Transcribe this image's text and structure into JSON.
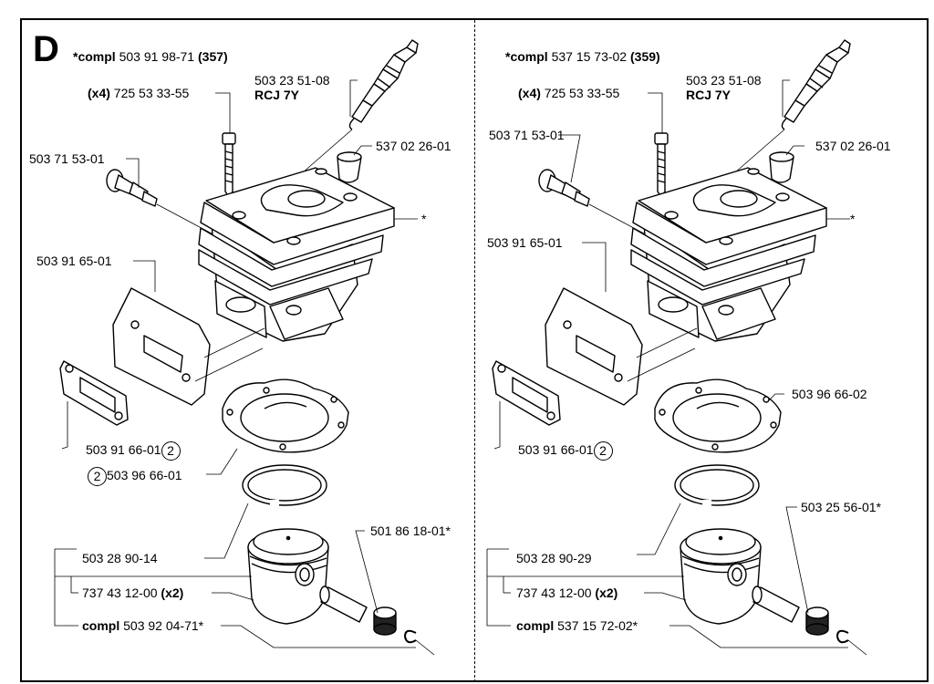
{
  "section_letter": "D",
  "left": {
    "compl_prefix": "*compl",
    "compl_number": "503 91 98-71",
    "compl_qty": "(357)",
    "screw_qty": "(x4)",
    "screw_part": "725 53 33-55",
    "spark_plug_part": "503 23 51-08",
    "spark_plug_type": "RCJ 7Y",
    "cap_part": "537 02 26-01",
    "decomp_valve": "503 71 53-01",
    "cylinder_mark": "*",
    "heat_shield": "503 91 65-01",
    "flange_gasket": "503 91 66-01",
    "flange_gasket_ref": "2",
    "base_gasket_ref": "2",
    "base_gasket": "503 96 66-01",
    "piston_ring_clip": "501 86 18-01*",
    "piston": "503 28 90-14",
    "circlip": "737 43 12-00",
    "circlip_qty": "(x2)",
    "piston_compl_prefix": "compl",
    "piston_compl_number": "503 92 04-71*"
  },
  "right": {
    "compl_prefix": "*compl",
    "compl_number": "537 15 73-02",
    "compl_qty": "(359)",
    "screw_qty": "(x4)",
    "screw_part": "725 53 33-55",
    "spark_plug_part": "503 23 51-08",
    "spark_plug_type": "RCJ 7Y",
    "cap_part": "537 02 26-01",
    "decomp_valve": "503 71 53-01",
    "cylinder_mark": "*",
    "heat_shield": "503 91 65-01",
    "base_gasket": "503 96 66-02",
    "flange_gasket": "503 91 66-01",
    "flange_gasket_ref": "2",
    "bearing": "503 25 56-01*",
    "piston": "503 28 90-29",
    "circlip": "737 43 12-00",
    "circlip_qty": "(x2)",
    "piston_compl_prefix": "compl",
    "piston_compl_number": "537 15 72-02*"
  }
}
